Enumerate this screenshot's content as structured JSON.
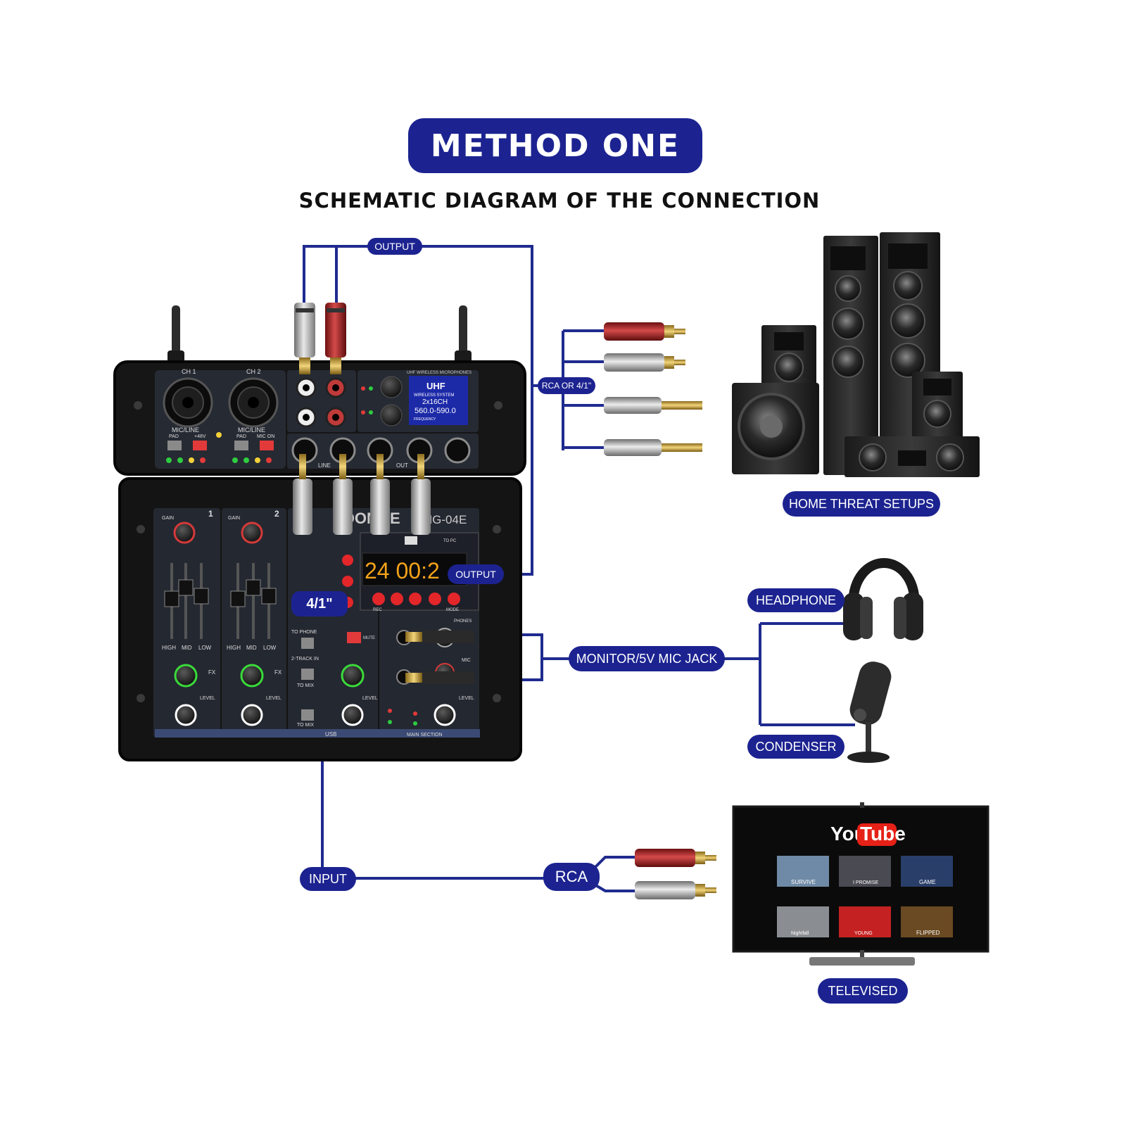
{
  "header": {
    "method_title": "METHOD ONE",
    "subtitle": "SCHEMATIC DIAGRAM OF THE CONNECTION"
  },
  "labels": {
    "output_top": "OUTPUT",
    "output_mid": "OUTPUT",
    "rca_or_quarter": "RCA OR 4/1\"",
    "home_theater": "HOME THREAT SETUPS",
    "headphone": "HEADPHONE",
    "monitor_jack": "MONITOR/5V MIC JACK",
    "condenser": "CONDENSER",
    "quarter_inch": "4/1\"",
    "input": "INPUT",
    "rca": "RCA",
    "televised": "TELEVISED"
  },
  "mixer": {
    "brand": "DONGE",
    "model": "MG-04E",
    "ch1": "CH 1",
    "ch2": "CH 2",
    "mic_line": "MIC/LINE",
    "pad": "PAD",
    "mic_on": "MIC ON",
    "phantom": "+48V",
    "uhf_title": "UHF",
    "uhf_line1": "WIRELESS SYSTEM",
    "uhf_line2": "2x16CH",
    "uhf_line3": "560.0-590.0",
    "uhf_freq": "FREQUENCY",
    "uhf_header": "UHF WIRELESS MICROPHONES",
    "gain": "GAIN",
    "high": "HIGH",
    "mid": "MID",
    "low": "LOW",
    "fx": "FX",
    "level": "LEVEL",
    "display_text": "24 00:2",
    "usb": "USB",
    "to_phone": "TO PHONE",
    "to_mix": "TO MIX",
    "two_track": "2-TRACK IN",
    "mute": "MUTE",
    "phones": "PHONES",
    "mic": "MIC",
    "main_section": "MAIN SECTION",
    "line": "LINE",
    "out": "OUT",
    "to_pc": "TO PC",
    "rec": "REC",
    "mode": "MODE"
  },
  "tv": {
    "logo_you": "You",
    "logo_tube": "Tube",
    "thumbnails": [
      "SURVIVE",
      "I PROMISE",
      "GAME",
      "Nightfall",
      "YOUNG",
      "FLIPPED"
    ]
  },
  "colors": {
    "brand_blue": "#1c2390",
    "line_blue": "#1f2b8f",
    "rca_red": "#b42a2a",
    "gold": "#c9a23a"
  }
}
